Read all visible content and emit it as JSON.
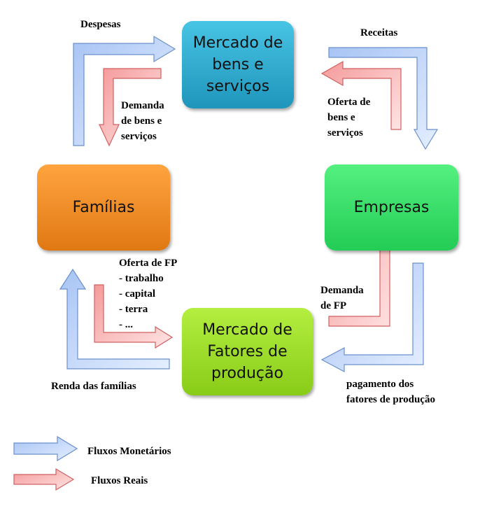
{
  "nodes": {
    "bens": "Mercado de\nbens e\nserviços",
    "familias": "Famílias",
    "empresas": "Empresas",
    "fatores": "Mercado de\nFatores de\nprodução"
  },
  "labels": {
    "despesas": "Despesas",
    "demanda_bens": "Demanda\nde bens e\nserviços",
    "receitas": "Receitas",
    "oferta_bens": "Oferta de\nbens e\nserviços",
    "oferta_fp": "Oferta de FP\n- trabalho\n- capital\n- terra\n- ...",
    "renda": "Renda das famílias",
    "demanda_fp": "Demanda\nde FP",
    "pagamento": "pagamento dos\nfatores de produção"
  },
  "legend": {
    "monetarios": "Fluxos Monetários",
    "reais": "Fluxos Reais"
  },
  "colors": {
    "blue": "#8fb4f0",
    "red": "#f08a8a",
    "bens": "#2aa8cc",
    "familias": "#f0861a",
    "empresas": "#2fdc62",
    "fatores": "#9ad824"
  }
}
